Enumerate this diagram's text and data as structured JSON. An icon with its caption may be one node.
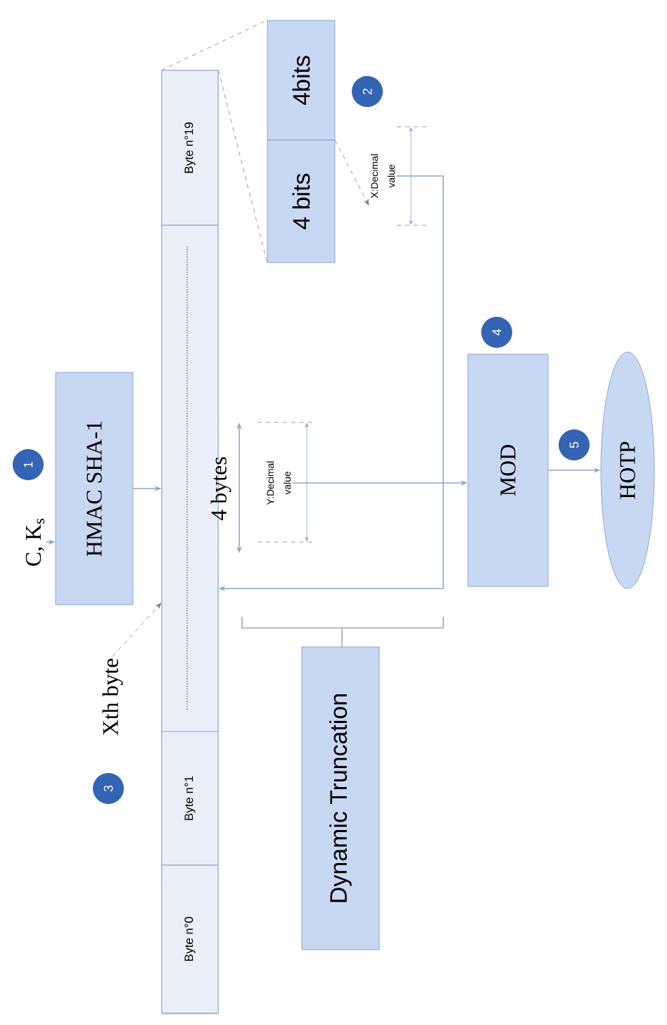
{
  "diagram": {
    "nodes": [
      {
        "text": [
          "C, K$_{s}$"
        ]
      },
      {
        "text": [
          "HMAC SHA-1"
        ]
      },
      {
        "text": [],
        "shape": "box"
      },
      {
        "text": [
          "Byte n°19"
        ],
        "in": 2
      },
      {
        "text": [],
        "shape": "box",
        "in": 2
      },
      {
        "text": [
          "Byte n°1"
        ],
        "in": 2
      },
      {
        "text": [
          "Byte n°0"
        ],
        "in": 2
      },
      {
        "text": [
          "4bits"
        ]
      },
      {
        "text": [
          "4 bits"
        ]
      },
      {
        "text": [
          "X:Decimal value"
        ]
      },
      {
        "text": [
          "Y:Decimal value"
        ]
      },
      {
        "text": [
          "MOD"
        ]
      },
      {
        "text": [
          "HOTP"
        ]
      },
      {
        "text": [
          "Dynamic Truncation"
        ]
      },
      {
        "text": [
          "Xth byte"
        ]
      }
    ],
    "edges": [
      {
        "from": 0,
        "to": 1,
        "arrow": "to"
      },
      {
        "from": 1,
        "to": 2,
        "arrow": "to"
      },
      {
        "from": 7,
        "to": 9,
        "arrow": "to",
        "style": "dashed"
      },
      {
        "from": 9,
        "to": 2,
        "arrow": "to"
      },
      {
        "from": 10,
        "to": 11,
        "arrow": "to"
      },
      {
        "from": 11,
        "to": 12,
        "arrow": "to"
      },
      {
        "from": 14,
        "to": 4,
        "arrow": "to",
        "style": "dashed"
      },
      {
        "from": 3,
        "to": 7,
        "arrow": "none",
        "style": "dashed"
      },
      {
        "from": 3,
        "to": 8,
        "arrow": "none",
        "style": "dashed"
      }
    ],
    "labels": [
      "2",
      "1",
      "4",
      "5",
      "4 bytes",
      "3"
    ]
  }
}
